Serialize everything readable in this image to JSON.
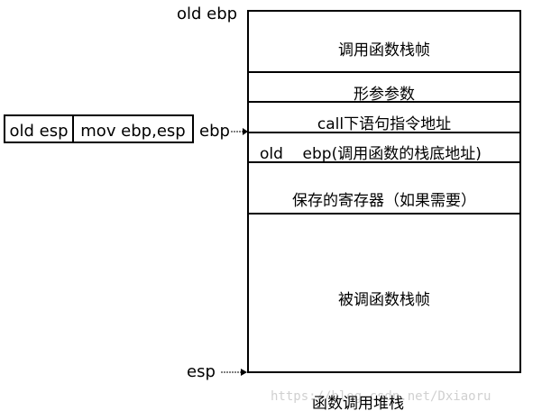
{
  "labels": {
    "old_ebp": "old ebp",
    "ebp": "ebp",
    "esp": "esp",
    "caption": "函数调用堆栈",
    "watermark": "https://blog.csdn.net/Dxiaoru"
  },
  "left_boxes": [
    "old esp",
    "mov ebp,esp"
  ],
  "stack_cells": [
    "调用函数栈帧",
    "形参参数",
    "call下语句指令地址",
    "old    ebp(调用函数的栈底地址)",
    "保存的寄存器（如果需要）",
    "被调函数栈帧"
  ]
}
